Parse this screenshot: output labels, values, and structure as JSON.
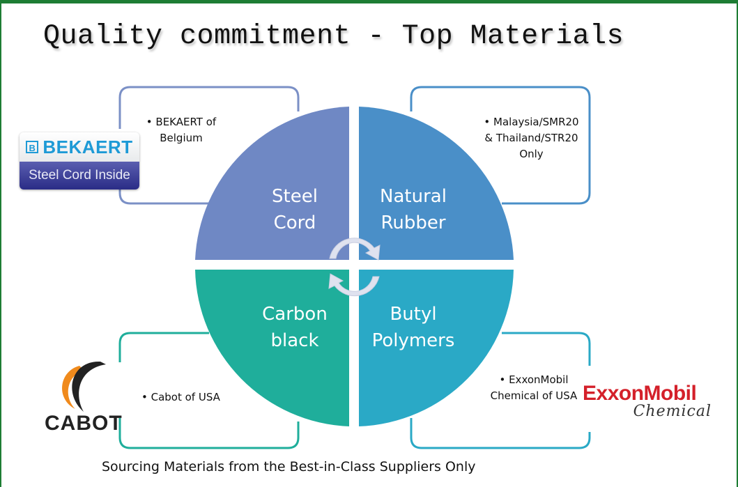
{
  "slide": {
    "title": "Quality commitment - Top Materials",
    "caption": "Sourcing Materials from the Best-in-Class Suppliers Only",
    "frame_color": "#1e7d34"
  },
  "quadrants": [
    {
      "id": "steel-cord",
      "label_line1": "Steel",
      "label_line2": "Cord",
      "color": "#6f88c4",
      "supplier_text": "• BEKAERT of Belgium",
      "supplier_line1": "• BEKAERT of",
      "supplier_line2": "Belgium",
      "box_color": "#7b90c6"
    },
    {
      "id": "natural-rubber",
      "label_line1": "Natural",
      "label_line2": "Rubber",
      "color": "#4a8fc8",
      "supplier_line1": "• Malaysia/SMR20",
      "supplier_line2": "& Thailand/STR20",
      "supplier_line3": "Only",
      "box_color": "#4a8fc8"
    },
    {
      "id": "carbon-black",
      "label_line1": "Carbon",
      "label_line2": "black",
      "color": "#1fae9b",
      "supplier_line1": "• Cabot of USA",
      "box_color": "#1fae9b"
    },
    {
      "id": "butyl-polymers",
      "label_line1": "Butyl",
      "label_line2": "Polymers",
      "color": "#2aa9c6",
      "supplier_line1": "• ExxonMobil",
      "supplier_line2": "Chemical of USA",
      "box_color": "#2aa9c6"
    }
  ],
  "logos": {
    "bekaert": {
      "mark": "B",
      "name": "BEKAERT",
      "tagline": "Steel Cord Inside"
    },
    "cabot": {
      "name": "CABOT"
    },
    "exxonmobil": {
      "name": "ExxonMobil",
      "sub": "Chemical"
    }
  },
  "center_icon": "cycle-arrows-icon"
}
